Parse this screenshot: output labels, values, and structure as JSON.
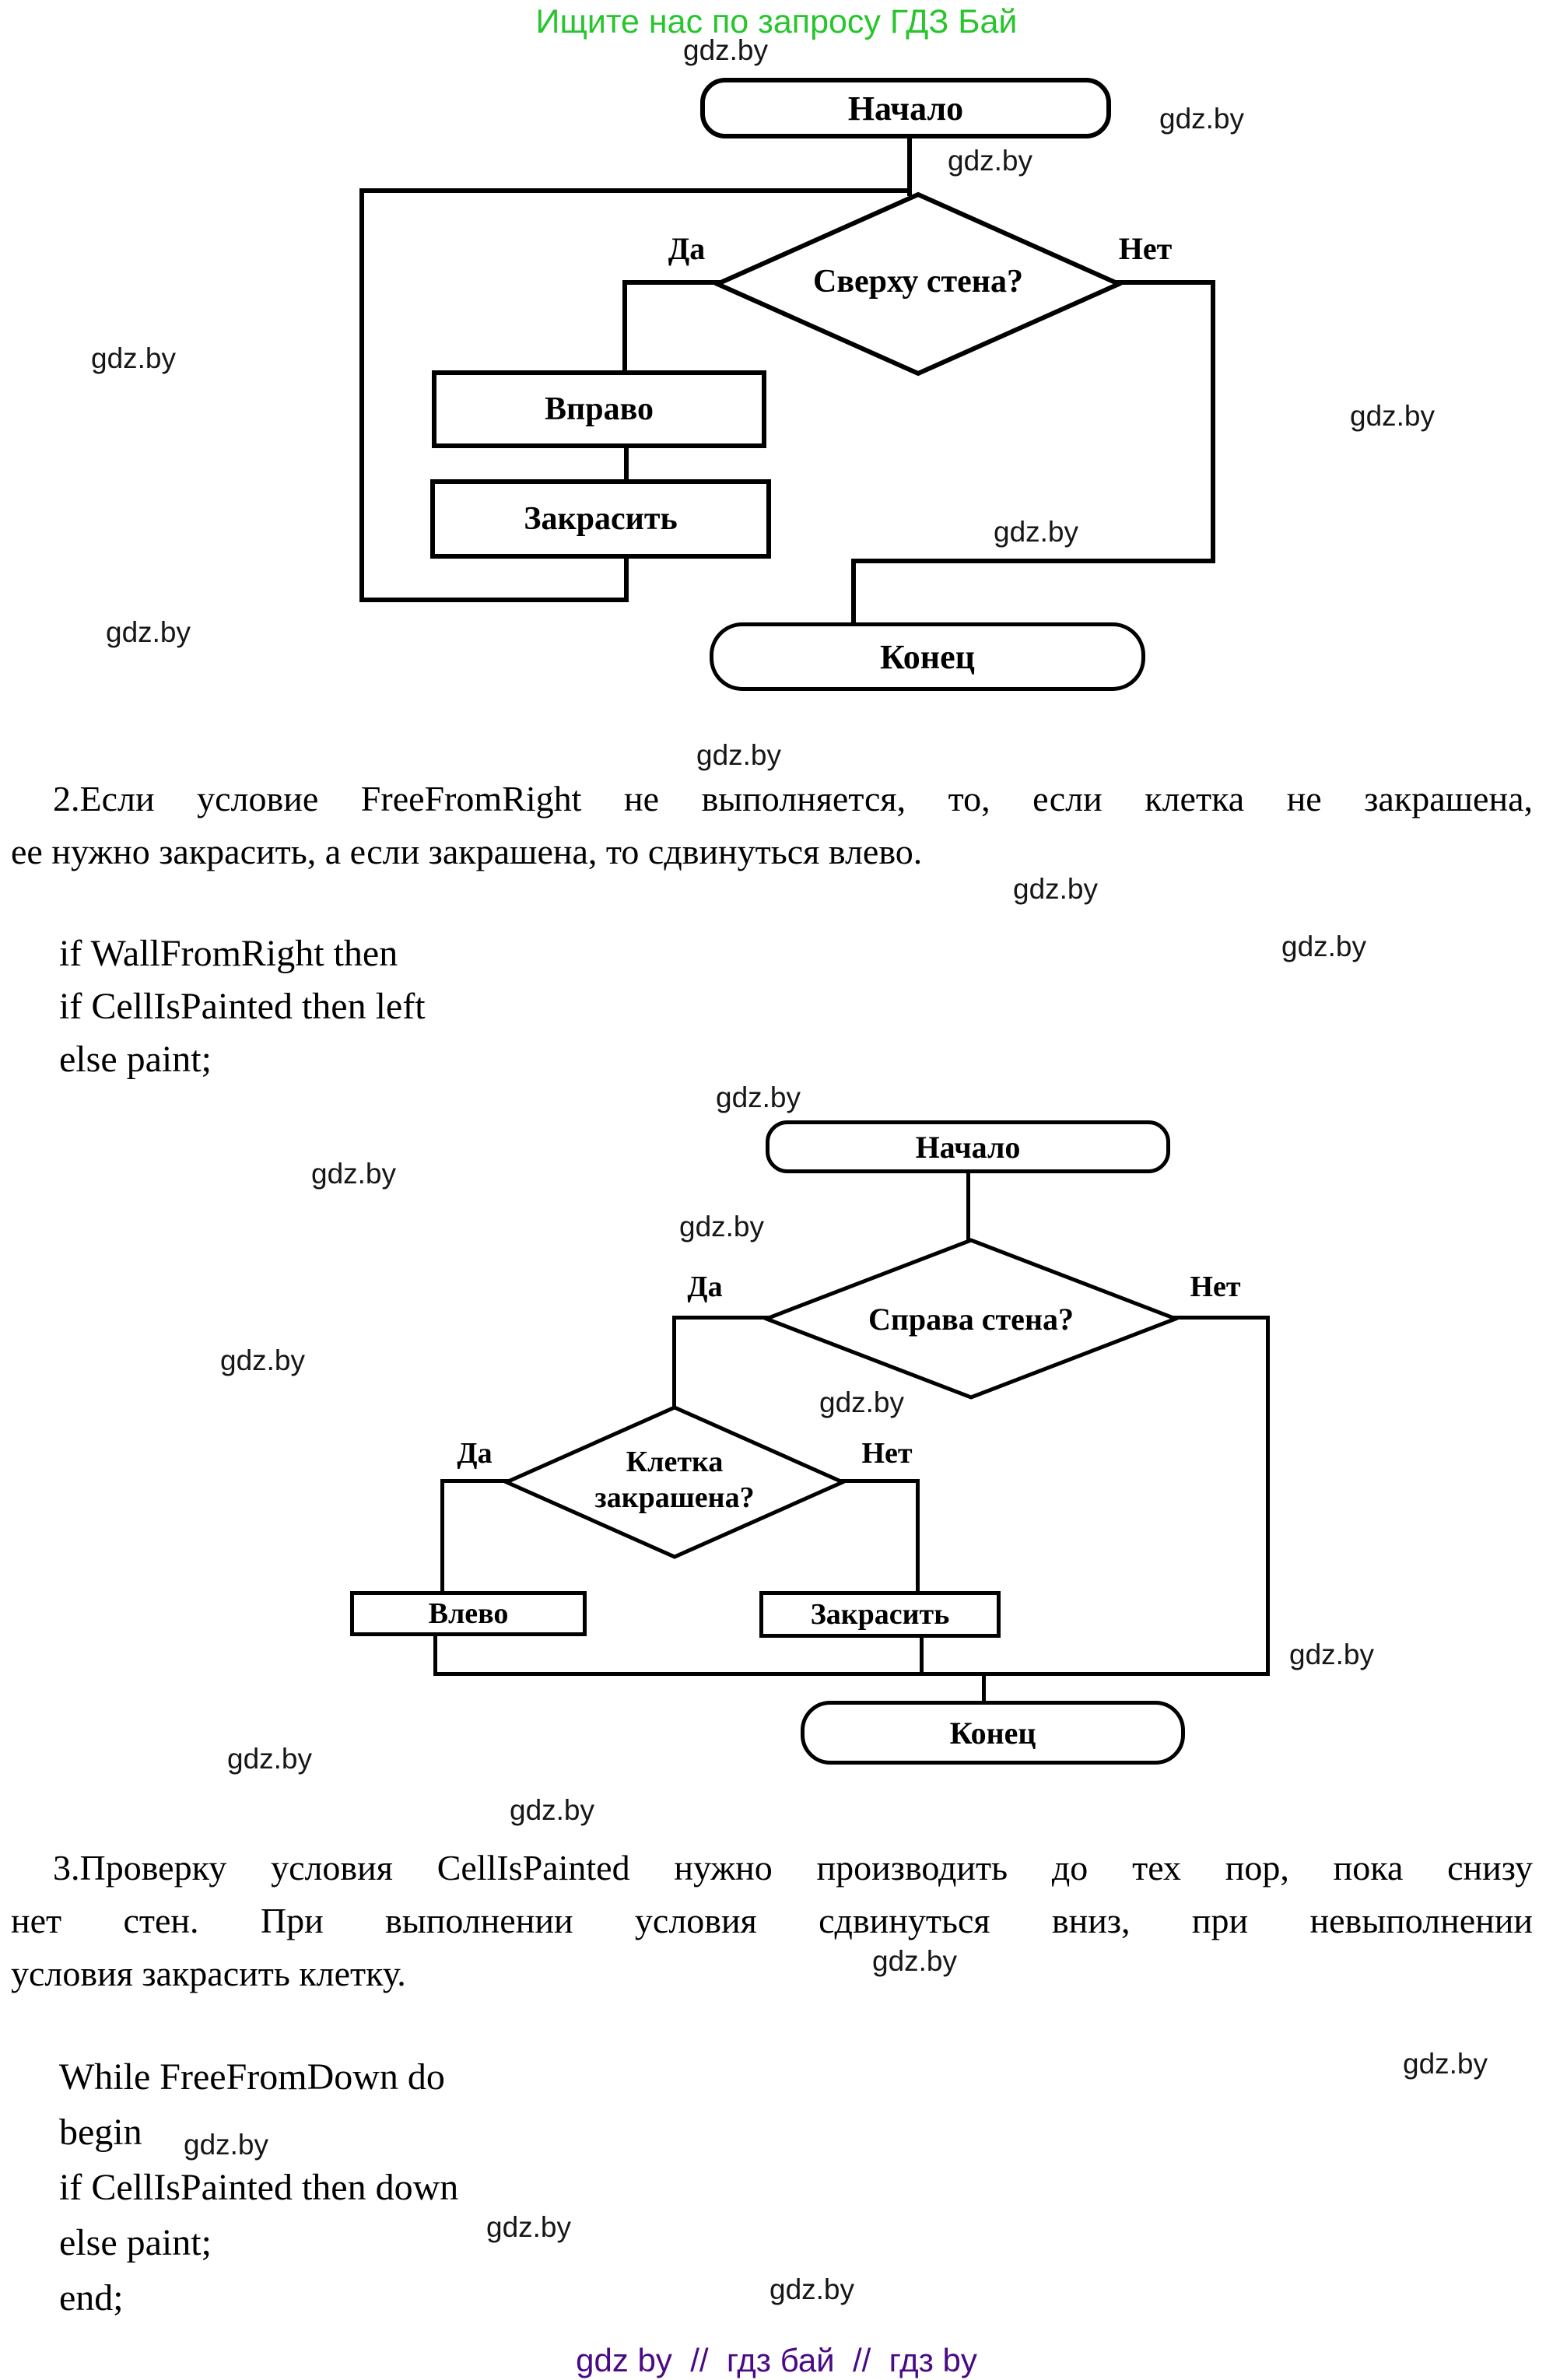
{
  "header": {
    "promo": "Ищите нас по запросу ГДЗ Бай",
    "promo_color": "#28c52e"
  },
  "watermark": {
    "text": "gdz.by"
  },
  "flowchart1": {
    "start": "Начало",
    "decision": "Сверху стена?",
    "yes": "Да",
    "no": "Нет",
    "box_right": "Вправо",
    "box_paint": "Закрасить",
    "end": "Конец"
  },
  "paragraph2": {
    "line1": "2.Если условие FreeFromRight не выполняется, то, если клетка не закрашена,",
    "line2": "ее нужно закрасить, а если закрашена, то сдвинуться влево."
  },
  "code1": {
    "line1": "if WallFromRight then",
    "line2": "if CellIsPainted then left",
    "line3": "else paint;"
  },
  "flowchart2": {
    "start": "Начало",
    "decision1": "Справа стена?",
    "decision2_line1": "Клетка",
    "decision2_line2": "закрашена?",
    "yes": "Да",
    "no": "Нет",
    "box_left": "Влево",
    "box_paint": "Закрасить",
    "end": "Конец"
  },
  "paragraph3": {
    "line1": "3.Проверку условия CellIsPainted нужно производить до тех пор, пока снизу",
    "line2": "нет стен. При выполнении условия сдвинуться вниз, при невыполнении",
    "line3": "условия закрасить клетку."
  },
  "code2": {
    "line1": "While FreeFromDown do",
    "line2": "begin",
    "line3": "if CellIsPainted then down",
    "line4": "else paint;",
    "line5": "end;"
  },
  "footer": {
    "links": "gdz by  //  гдз бай  //  гдз by",
    "links_color": "#4a0a85"
  }
}
